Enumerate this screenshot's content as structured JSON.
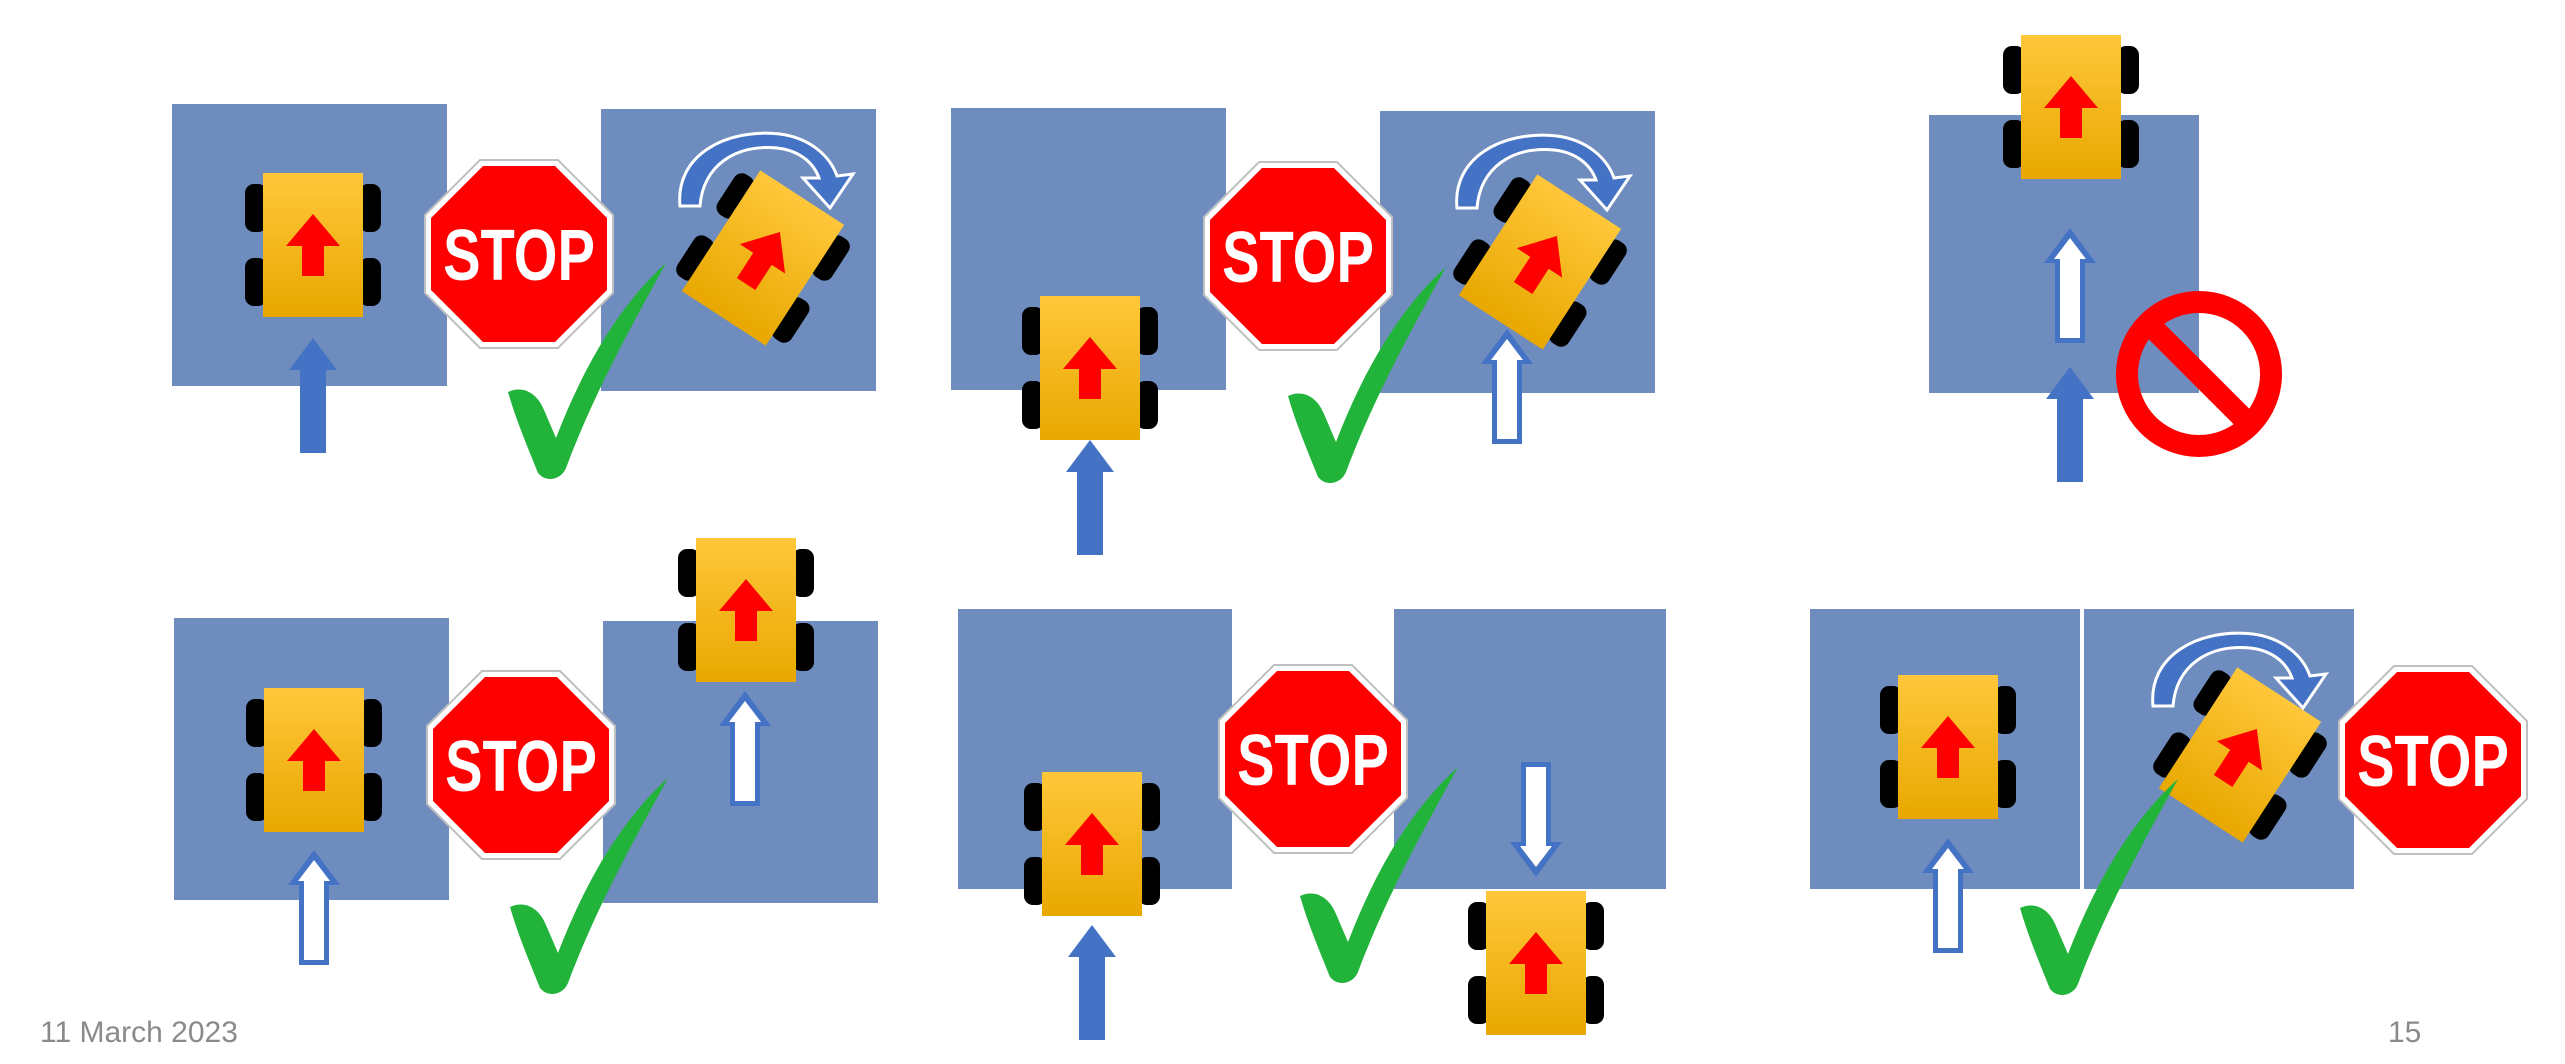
{
  "slide": {
    "date": "11 March 2023",
    "page_number": "15",
    "stop_sign_text": "STOP"
  },
  "colors": {
    "square": "#6e8cbe",
    "arrow_blue": "#4472c4",
    "robot_body": "#ffc000",
    "robot_arrow": "#ff0000",
    "stop_red": "#ff0000",
    "check_green": "#22b33a",
    "no_symbol_red": "#ff0000"
  },
  "icons": [
    "robot-icon",
    "stop-sign-icon",
    "checkmark-icon",
    "turn-arrow-icon",
    "no-entry-icon",
    "direction-arrow-icon"
  ]
}
